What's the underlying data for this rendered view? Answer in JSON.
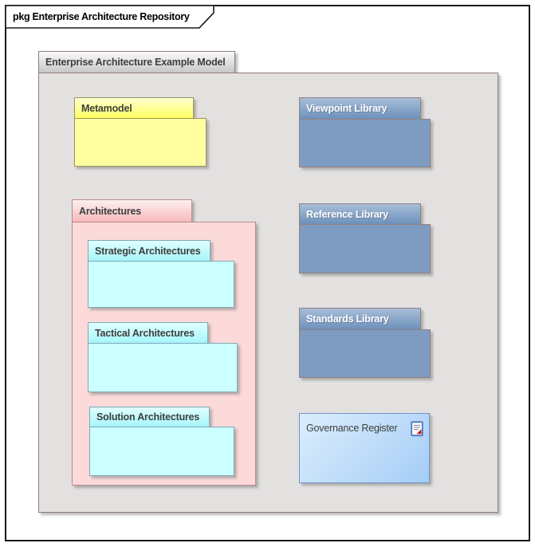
{
  "frame": {
    "title": "pkg Enterprise Architecture Repository"
  },
  "root": {
    "label": "Enterprise Architecture Example Model"
  },
  "packages": {
    "metamodel": {
      "label": "Metamodel"
    },
    "architectures": {
      "label": "Architectures"
    },
    "strategic": {
      "label": "Strategic Architectures"
    },
    "tactical": {
      "label": "Tactical Architectures"
    },
    "solution": {
      "label": "Solution Architectures"
    },
    "viewpoint": {
      "label": "Viewpoint Library"
    },
    "reference": {
      "label": "Reference Library"
    },
    "standards": {
      "label": "Standards Library"
    }
  },
  "elements": {
    "governance": {
      "label": "Governance Register",
      "icon": "document-icon"
    }
  },
  "colors": {
    "frame_border": "#1a1a1a",
    "gray_tab_top": "#fbfbfb",
    "gray_tab_bottom": "#c7c7c7",
    "gray_body": "#e3e1e0",
    "gray_border": "#8f7c7a",
    "yellow_tab_top": "#ffffd2",
    "yellow_tab_bottom": "#ffff60",
    "yellow_body": "#ffffa2",
    "yellow_border": "#99925e",
    "pink_tab_top": "#fdf0f0",
    "pink_tab_bottom": "#f7baba",
    "pink_body": "#fcdada",
    "pink_border": "#bd8a8a",
    "cyan_tab_top": "#e0ffff",
    "cyan_tab_bottom": "#a6f6fa",
    "cyan_body": "#ccffff",
    "cyan_border": "#7fa9b5",
    "blue_tab_top": "#a7bdd8",
    "blue_tab_bottom": "#6d91bb",
    "blue_body": "#7e9cc2",
    "blue_border": "#94817f",
    "gov_fill_top": "#dceefd",
    "gov_fill_bottom": "#a5cdf6",
    "gov_border": "#7195c8",
    "label_dark": "#3e3e3e",
    "label_light": "#ffffff",
    "shadow": "rgba(130,130,130,0.55)"
  }
}
